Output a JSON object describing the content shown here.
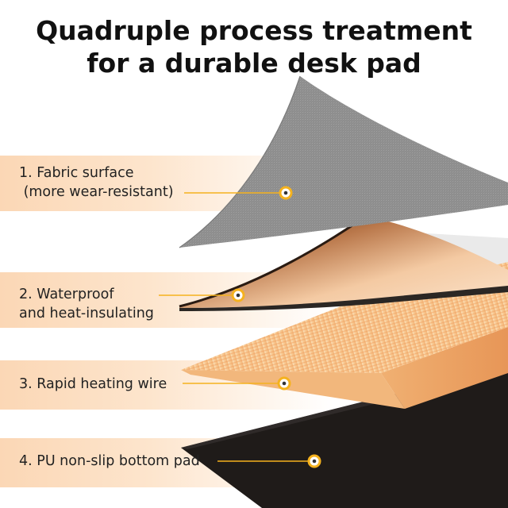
{
  "title": {
    "line1": "Quadruple process treatment",
    "line2": "for a durable desk pad"
  },
  "layers": [
    {
      "line1": "1. Fabric surface",
      "line2": " (more wear-resistant)"
    },
    {
      "line1": "2. Waterproof",
      "line2": "and heat-insulating"
    },
    {
      "line1": "3. Rapid heating wire",
      "line2": ""
    },
    {
      "line1": "4. PU non-slip bottom pad",
      "line2": ""
    }
  ],
  "colors": {
    "accent": "#f5b21e",
    "band": "#fbd7b5",
    "fabric": "#8e8e8e",
    "heater": "#f8c791",
    "bottom": "#1f1b19"
  }
}
